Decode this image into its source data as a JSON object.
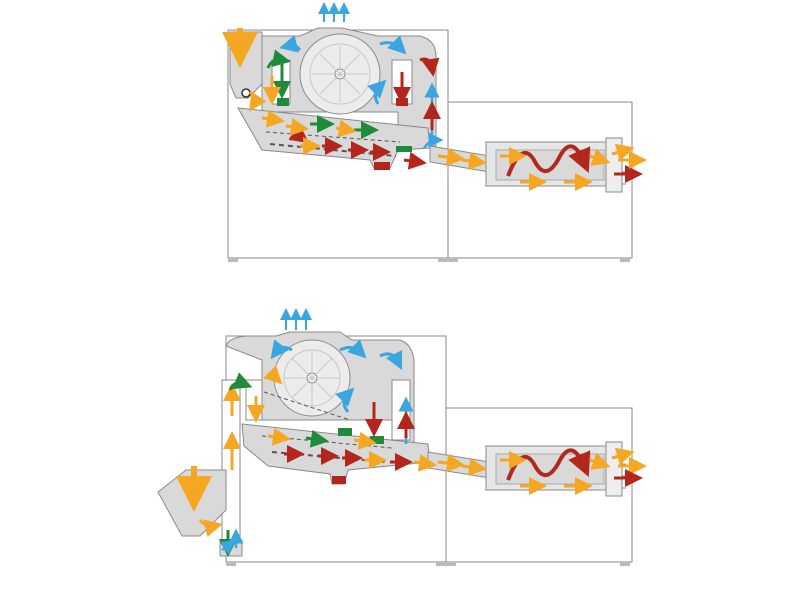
{
  "colors": {
    "background": "#ffffff",
    "frame_stroke": "#8a8a8a",
    "body_fill": "#d9d9d9",
    "screw_fill": "#e6e6e6",
    "fan_fill": "#ececec",
    "yellow": "#f5a623",
    "green": "#1e8a3a",
    "red": "#b3261e",
    "blue": "#3aa6e0"
  },
  "diagrams": [
    {
      "id": "top",
      "feed": "top-hopper"
    },
    {
      "id": "bottom",
      "feed": "side-hopper-with-elevator"
    }
  ],
  "icons": [
    "fan-icon",
    "feed-arrow-icon",
    "exhaust-air-icon",
    "screw-conveyor-icon"
  ]
}
